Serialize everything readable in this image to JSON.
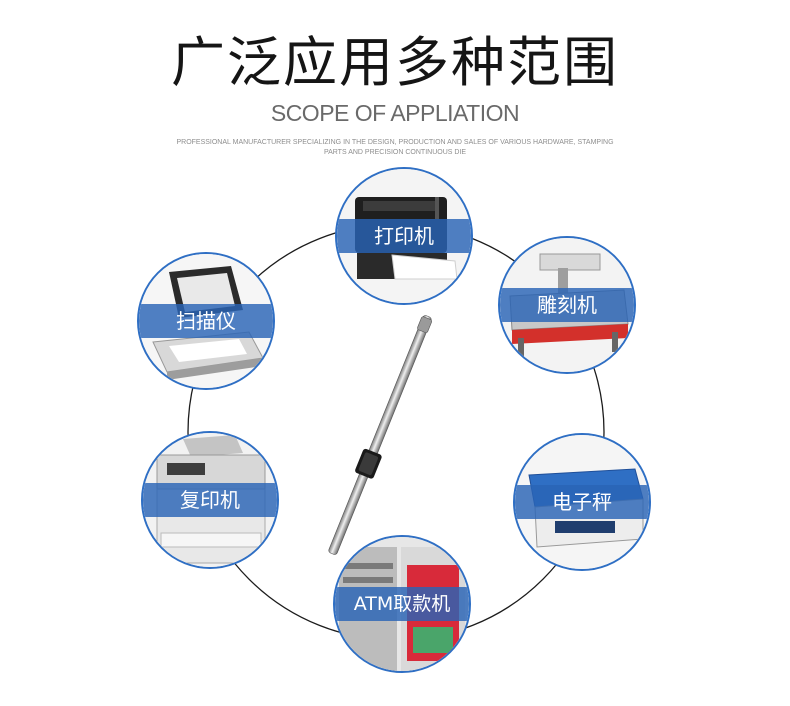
{
  "header": {
    "title": "广泛应用多种范围",
    "subtitle": "SCOPE OF APPLIATION",
    "description": "PROFESSIONAL MANUFACTURER SPECIALIZING IN THE DESIGN, PRODUCTION AND SALES OF VARIOUS HARDWARE, STAMPING PARTS AND PRECISION CONTINUOUS DIE"
  },
  "applications": [
    {
      "label": "打印机",
      "icon": "printer"
    },
    {
      "label": "扫描仪",
      "icon": "scanner"
    },
    {
      "label": "雕刻机",
      "icon": "engraving-machine"
    },
    {
      "label": "复印机",
      "icon": "copier"
    },
    {
      "label": "电子秤",
      "icon": "electronic-scale"
    },
    {
      "label": "ATM取款机",
      "icon": "atm"
    }
  ],
  "product": {
    "icon": "steel-shaft-rod"
  },
  "colors": {
    "accent": "#2f6fc4",
    "band": "#2a64b6",
    "ring": "#1c1c1c"
  }
}
